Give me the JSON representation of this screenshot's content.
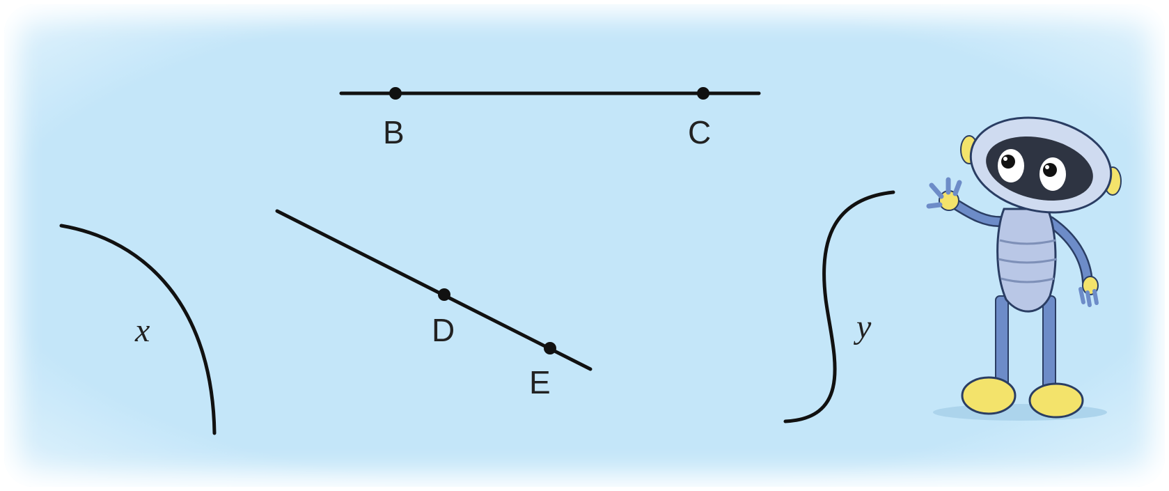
{
  "figure": {
    "background_color": "#c4e6f9",
    "ink_color": "#111111",
    "lines": {
      "line_bc": {
        "points": [
          "B",
          "C"
        ]
      },
      "line_de": {
        "points": [
          "D",
          "E"
        ]
      }
    },
    "curves": {
      "curve_x": {
        "label": "x"
      },
      "curve_y": {
        "label": "y"
      }
    },
    "point_labels": {
      "b": "B",
      "c": "C",
      "d": "D",
      "e": "E"
    },
    "mascot": {
      "icon": "robot-mascot-icon",
      "body_color": "#b9c7e6",
      "accent_color": "#f3e36b",
      "limb_color": "#6d8cc8"
    }
  }
}
